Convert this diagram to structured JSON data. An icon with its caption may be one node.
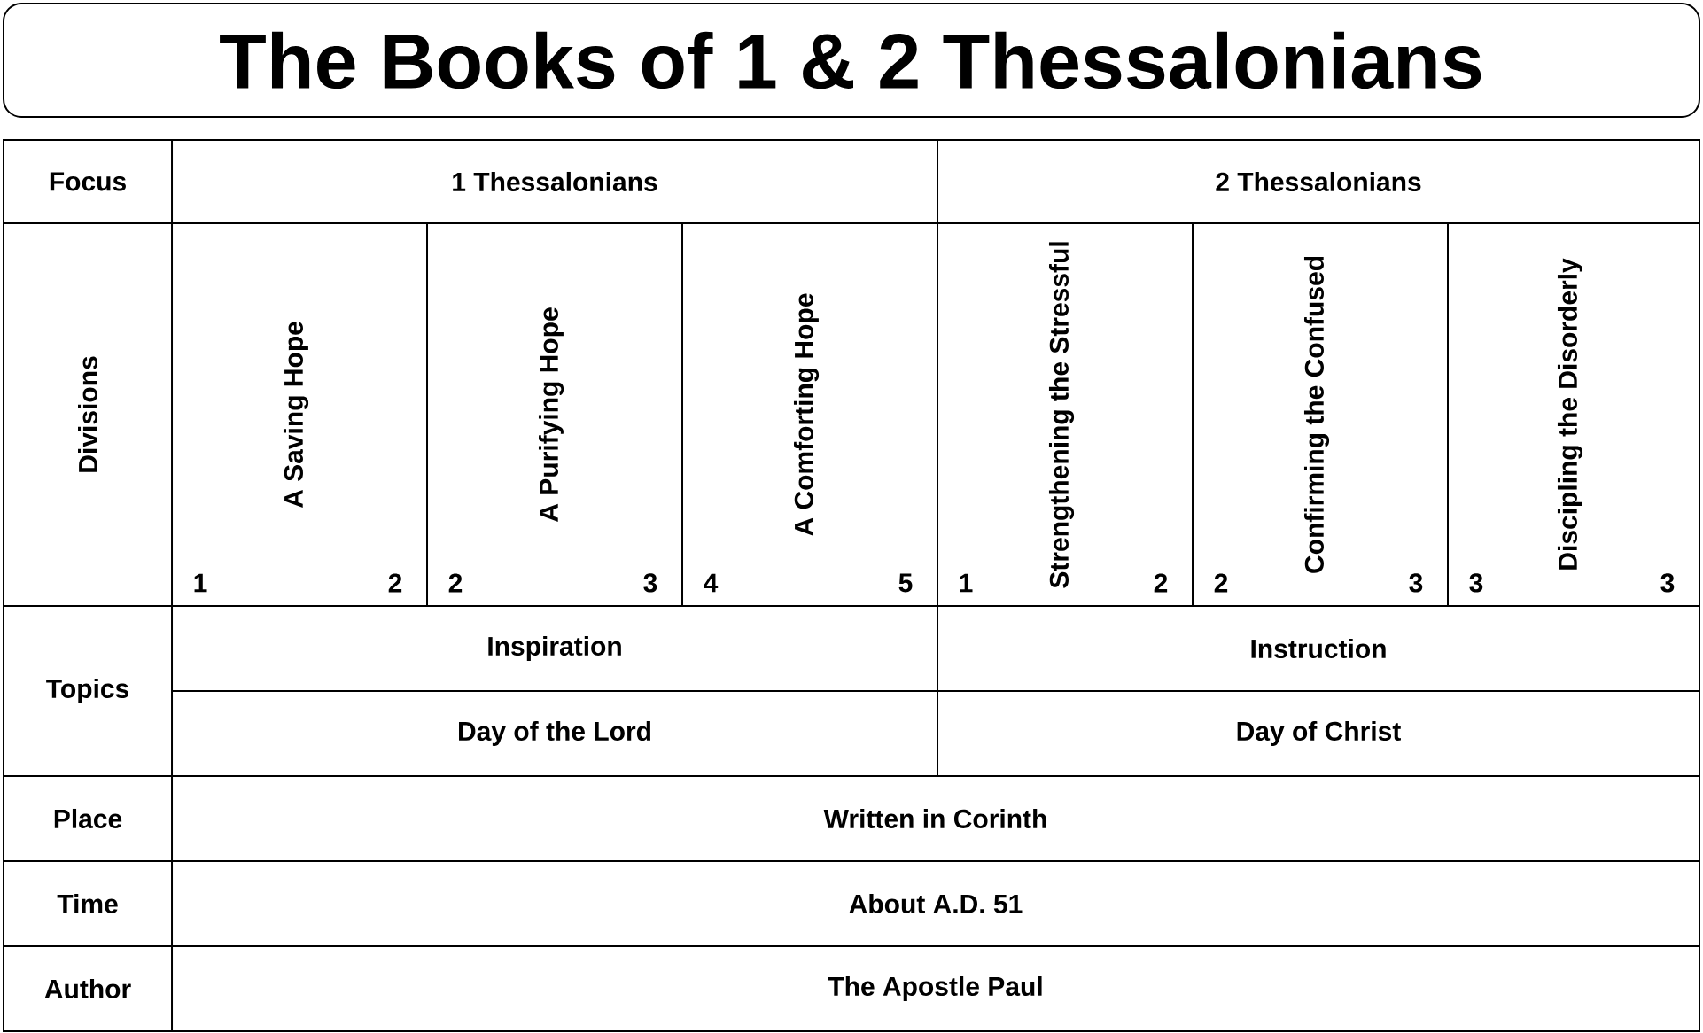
{
  "diagram": {
    "title": "The Books of 1 & 2 Thessalonians",
    "labels": [
      "Focus",
      "1 Thessalonians",
      "2 Thessalonians",
      "Divisions",
      "A Saving Hope",
      "1",
      "2",
      "A Purifying Hope",
      "2",
      "3",
      "A Comforting Hope",
      "4",
      "5",
      "Strengthening the Stressful",
      "1",
      "2",
      "Confirming the Confused",
      "2",
      "3",
      "Discipling the Disorderly",
      "3",
      "3",
      "Topics",
      "Inspiration",
      "Instruction",
      "Day of the Lord",
      "Day of Christ",
      "Place",
      "Written in Corinth",
      "Time",
      "About A.D. 51",
      "Author",
      "The Apostle Paul"
    ]
  }
}
